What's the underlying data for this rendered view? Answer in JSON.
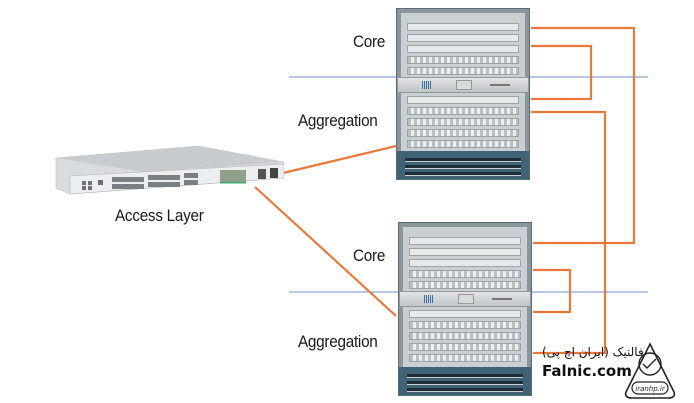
{
  "diagram": {
    "labels": {
      "core_top": "Core",
      "aggregation_top": "Aggregation",
      "core_bottom": "Core",
      "aggregation_bottom": "Aggregation",
      "access": "Access Layer"
    },
    "colors": {
      "link": "#e8793a",
      "divider": "#6f8fc9",
      "chassis_fan": "#3f6375",
      "text": "#1a1a1a"
    },
    "nodes": [
      {
        "id": "chassis-top",
        "type": "modular-switch-chassis",
        "layers": [
          "Core",
          "Aggregation"
        ]
      },
      {
        "id": "chassis-bottom",
        "type": "modular-switch-chassis",
        "layers": [
          "Core",
          "Aggregation"
        ]
      },
      {
        "id": "access-switch",
        "type": "1U-access-switch",
        "layer": "Access Layer"
      }
    ],
    "links": [
      {
        "from": "access-switch",
        "to": "chassis-top"
      },
      {
        "from": "access-switch",
        "to": "chassis-bottom"
      },
      {
        "from": "chassis-top",
        "to": "chassis-top",
        "note": "core-to-aggregation loop"
      },
      {
        "from": "chassis-bottom",
        "to": "chassis-bottom",
        "note": "core-to-aggregation loop"
      },
      {
        "from": "chassis-top",
        "to": "chassis-bottom",
        "note": "core cross-link"
      },
      {
        "from": "chassis-top",
        "to": "chassis-bottom",
        "note": "aggregation cross-link"
      }
    ]
  },
  "watermark": {
    "persian_text": "فالنیک (ایران اچ پی)",
    "site": "Falnic.com",
    "emblem_text": "iranhp.ir"
  }
}
